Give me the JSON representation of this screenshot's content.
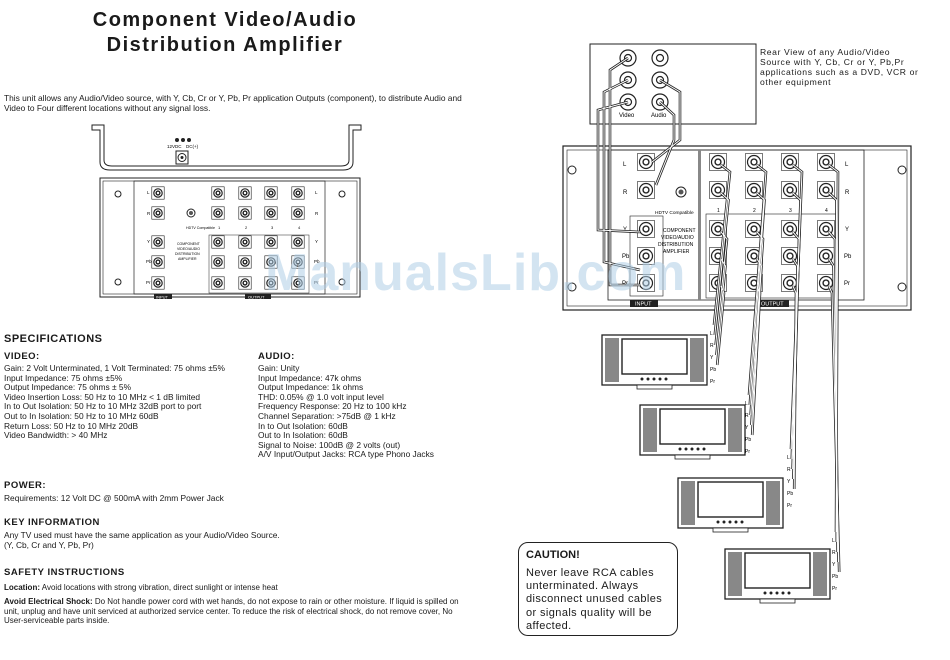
{
  "title_line1": "Component Video/Audio",
  "title_line2": "Distribution Amplifier",
  "intro": "This unit allows any Audio/Video source, with Y, Cb, Cr or Y, Pb, Pr application Outputs (component), to distribute Audio and Video to Four different locations without any signal loss.",
  "specifications": {
    "heading": "SPECIFICATIONS",
    "video": {
      "heading": "VIDEO:",
      "lines": [
        "Gain: 2 Volt Unterminated, 1 Volt Terminated: 75 ohms ±5%",
        "Input Impedance: 75 ohms ±5%",
        "Output Impedance: 75 ohms ± 5%",
        "Video Insertion Loss: 50 Hz to 10 MHz < 1 dB limited",
        "In to Out Isolation: 50 Hz to 10 MHz 32dB port to port",
        "Out to In Isolation: 50 Hz to 10 MHz 60dB",
        "Return Loss: 50 Hz to 10 MHz 20dB",
        "Video Bandwidth: > 40 MHz"
      ]
    },
    "audio": {
      "heading": "AUDIO:",
      "lines": [
        "Gain: Unity",
        "Input Impedance: 47k ohms",
        "Output Impedance: 1k ohms",
        "THD: 0.05% @ 1.0 volt input level",
        "Frequency Response: 20 Hz to 100 kHz",
        "Channel Separation: >75dB @ 1 kHz",
        "In to Out Isolation: 60dB",
        "Out to In Isolation: 60dB",
        "Signal to Noise: 100dB @ 2 volts (out)",
        "A/V Input/Output Jacks: RCA type Phono Jacks"
      ]
    }
  },
  "power": {
    "heading": "POWER:",
    "text": "Requirements: 12 Volt DC @ 500mA with 2mm Power Jack"
  },
  "key_information": {
    "heading": "KEY INFORMATION",
    "line1": "Any TV used must have the same application as your Audio/Video Source.",
    "line2": "(Y, Cb, Cr and Y, Pb, Pr)"
  },
  "safety": {
    "heading": "SAFETY INSTRUCTIONS",
    "location_label": "Location:",
    "location_text": " Avoid locations with strong vibration, direct sunlight or intense heat",
    "shock_label": "Avoid Electrical Shock:",
    "shock_text": " Do Not handle power cord with wet hands, do not expose to rain or other moisture. If liquid is spilled on unit, unplug and have unit serviced at authorized service center. To reduce the risk of electrical shock, do not remove cover, No User-serviceable parts inside."
  },
  "rear_view_note": "Rear View of any Audio/Video Source with Y, Cb, Cr or Y, Pb,Pr applications such as a DVD, VCR or other equipment",
  "caution": {
    "heading": "CAUTION!",
    "text": "Never leave RCA cables unterminated. Always disconnect unused cables or signals quality will be affected."
  },
  "watermark": "ManualsLib.com",
  "labels": {
    "power_jack": "12VDC",
    "power_jack_2": "DC(+)",
    "hdtv": "HDTV Compatible",
    "component_1": "COMPONENT",
    "component_2": "VIDEO/AUDIO",
    "component_3": "DISTRIBUTION",
    "component_4": "AMPLIFIER",
    "input": "INPUT",
    "output": "OUTPUT",
    "L": "L",
    "R": "R",
    "Y": "Y",
    "Pb": "Pb",
    "Pr": "Pr",
    "n1": "1",
    "n2": "2",
    "n3": "3",
    "n4": "4",
    "video": "Video",
    "audio": "Audio"
  }
}
